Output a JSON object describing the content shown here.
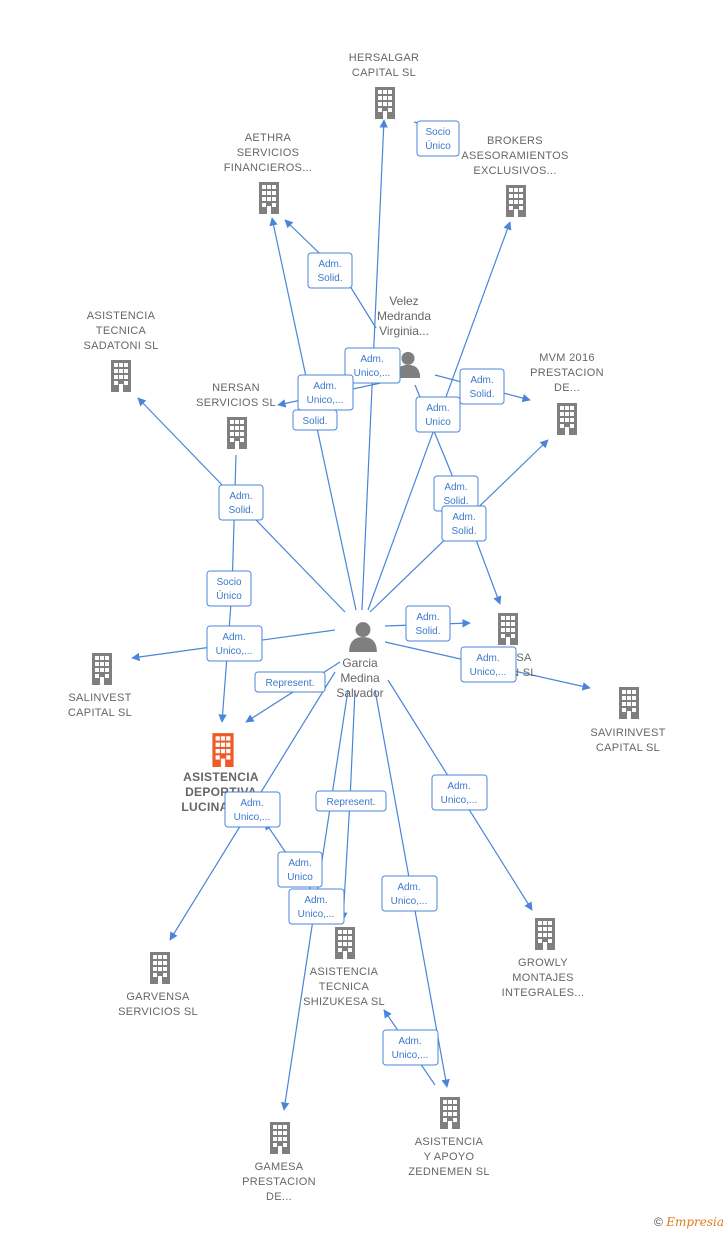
{
  "colors": {
    "edge": "#4a86d8",
    "building": "#7f7f7f",
    "main_building": "#f05a28",
    "person": "#7f7f7f"
  },
  "persons": [
    {
      "id": "garcia",
      "lines": [
        "Garcia",
        "Medina",
        "Salvador"
      ]
    },
    {
      "id": "velez",
      "lines": [
        "Velez",
        "Medranda",
        "Virginia..."
      ]
    }
  ],
  "companies": [
    {
      "id": "hersalgar",
      "lines": [
        "HERSALGAR",
        "CAPITAL  SL"
      ]
    },
    {
      "id": "aethra",
      "lines": [
        "AETHRA",
        "SERVICIOS",
        "FINANCIEROS..."
      ]
    },
    {
      "id": "brokers",
      "lines": [
        "BROKERS",
        "ASESORAMIENTOS",
        "EXCLUSIVOS..."
      ]
    },
    {
      "id": "sadatoni",
      "lines": [
        "ASISTENCIA",
        "TECNICA",
        "SADATONI  SL"
      ]
    },
    {
      "id": "nersan",
      "lines": [
        "NERSAN",
        "SERVICIOS  SL"
      ]
    },
    {
      "id": "mvm",
      "lines": [
        "MVM 2016",
        "PRESTACION",
        "DE..."
      ]
    },
    {
      "id": "xsa",
      "lines": [
        "SA",
        "N  SL"
      ]
    },
    {
      "id": "salinvest",
      "lines": [
        "SALINVEST",
        "CAPITAL  SL"
      ]
    },
    {
      "id": "savirinvest",
      "lines": [
        "SAVIRINVEST",
        "CAPITAL  SL"
      ]
    },
    {
      "id": "deportiva",
      "lines": [
        "ASISTENCIA",
        "DEPORTIVA",
        "LUCINA"
      ],
      "main": true
    },
    {
      "id": "garvensa",
      "lines": [
        "GARVENSA",
        "SERVICIOS SL"
      ]
    },
    {
      "id": "shizukesa",
      "lines": [
        "ASISTENCIA",
        "TECNICA",
        "SHIZUKESA  SL"
      ]
    },
    {
      "id": "growly",
      "lines": [
        "GROWLY",
        "MONTAJES",
        "INTEGRALES..."
      ]
    },
    {
      "id": "gamesa",
      "lines": [
        "GAMESA",
        "PRESTACION",
        "DE..."
      ]
    },
    {
      "id": "zednemen",
      "lines": [
        "ASISTENCIA",
        "Y APOYO",
        "ZEDNEMEN  SL"
      ]
    }
  ],
  "edge_labels": [
    {
      "id": "e_socio_top",
      "lines": [
        "Socio",
        "Único"
      ]
    },
    {
      "id": "e_adm_solid_aethra",
      "lines": [
        "Adm.",
        "Solid."
      ]
    },
    {
      "id": "e_adm_unico_velez1",
      "lines": [
        "Adm.",
        "Unico,..."
      ]
    },
    {
      "id": "e_adm_unico_velez2",
      "lines": [
        "Adm.",
        "Unico,..."
      ]
    },
    {
      "id": "e_solid_nersan",
      "lines": [
        "Solid."
      ]
    },
    {
      "id": "e_adm_solid_mvm",
      "lines": [
        "Adm.",
        "Solid."
      ]
    },
    {
      "id": "e_adm_unico_brokers",
      "lines": [
        "Adm.",
        "Unico"
      ]
    },
    {
      "id": "e_adm_solid_a",
      "lines": [
        "Adm.",
        "Solid."
      ]
    },
    {
      "id": "e_adm_solid_b",
      "lines": [
        "Adm.",
        "Solid."
      ]
    },
    {
      "id": "e_adm_solid_sadatoni",
      "lines": [
        "Adm.",
        "Solid."
      ]
    },
    {
      "id": "e_socio_nersan",
      "lines": [
        "Socio",
        "Único"
      ]
    },
    {
      "id": "e_adm_unico_salinvest",
      "lines": [
        "Adm.",
        "Unico,..."
      ]
    },
    {
      "id": "e_adm_solid_xsa",
      "lines": [
        "Adm.",
        "Solid."
      ]
    },
    {
      "id": "e_adm_unico_savir",
      "lines": [
        "Adm.",
        "Unico,..."
      ]
    },
    {
      "id": "e_represent_dep",
      "lines": [
        "Represent."
      ]
    },
    {
      "id": "e_adm_unico_garvensa",
      "lines": [
        "Adm.",
        "Unico,..."
      ]
    },
    {
      "id": "e_represent_shiz",
      "lines": [
        "Represent."
      ]
    },
    {
      "id": "e_adm_unico_growly",
      "lines": [
        "Adm.",
        "Unico,..."
      ]
    },
    {
      "id": "e_adm_unico_shiz1",
      "lines": [
        "Adm.",
        "Unico"
      ]
    },
    {
      "id": "e_adm_unico_shiz2",
      "lines": [
        "Adm.",
        "Unico,..."
      ]
    },
    {
      "id": "e_adm_unico_zed1",
      "lines": [
        "Adm.",
        "Unico,..."
      ]
    },
    {
      "id": "e_adm_unico_zed2",
      "lines": [
        "Adm.",
        "Unico,..."
      ]
    }
  ],
  "footer": {
    "copyright": "©",
    "brand": "Empresia"
  }
}
